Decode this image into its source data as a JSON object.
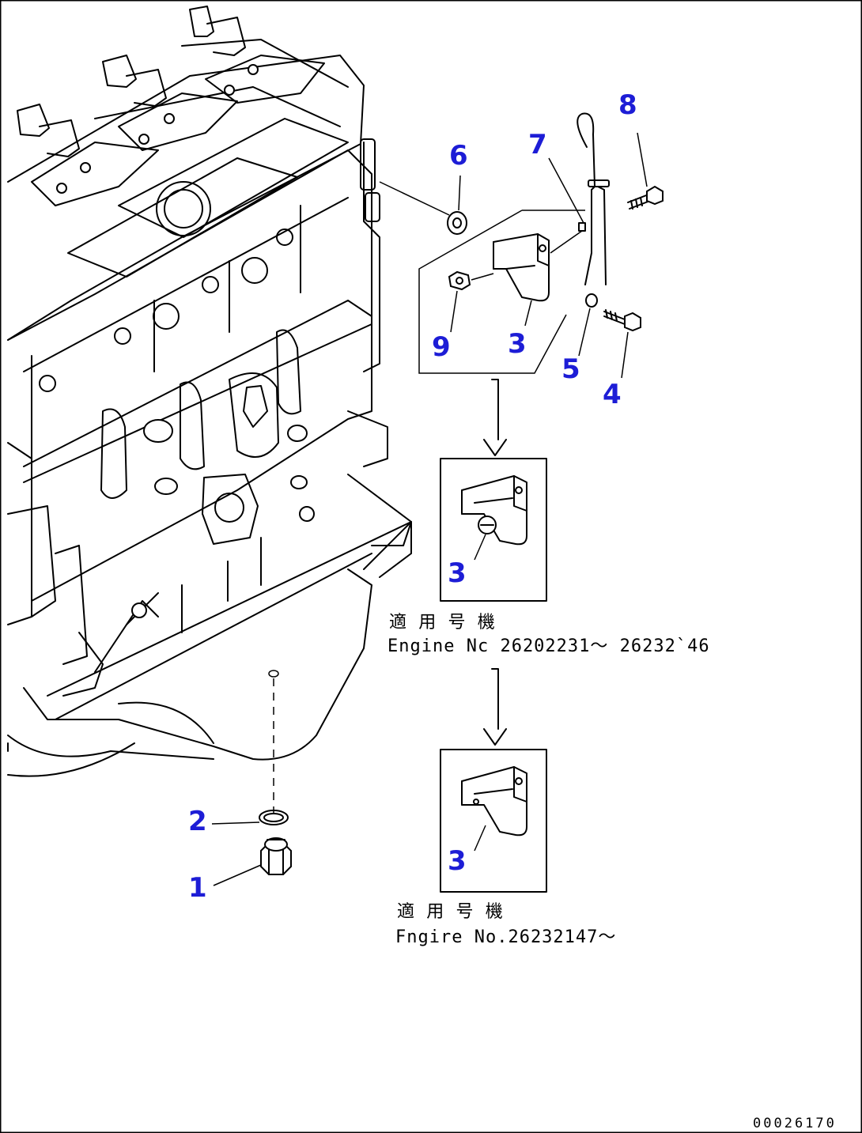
{
  "callouts": {
    "c1": "1",
    "c2": "2",
    "c3a": "3",
    "c3b": "3",
    "c3c": "3",
    "c4": "4",
    "c5": "5",
    "c6": "6",
    "c7": "7",
    "c8": "8",
    "c9": "9"
  },
  "captions": {
    "first_heading": "適 用 号 機",
    "first_range": "Engine Nc 26202231～ 26232`46",
    "second_heading": "適 用 号 機",
    "second_range": "Fngire No.26232147～"
  },
  "drawing_code": "00026170",
  "colors": {
    "callout": "#1d1dd6",
    "line": "#000000",
    "background": "#ffffff"
  }
}
